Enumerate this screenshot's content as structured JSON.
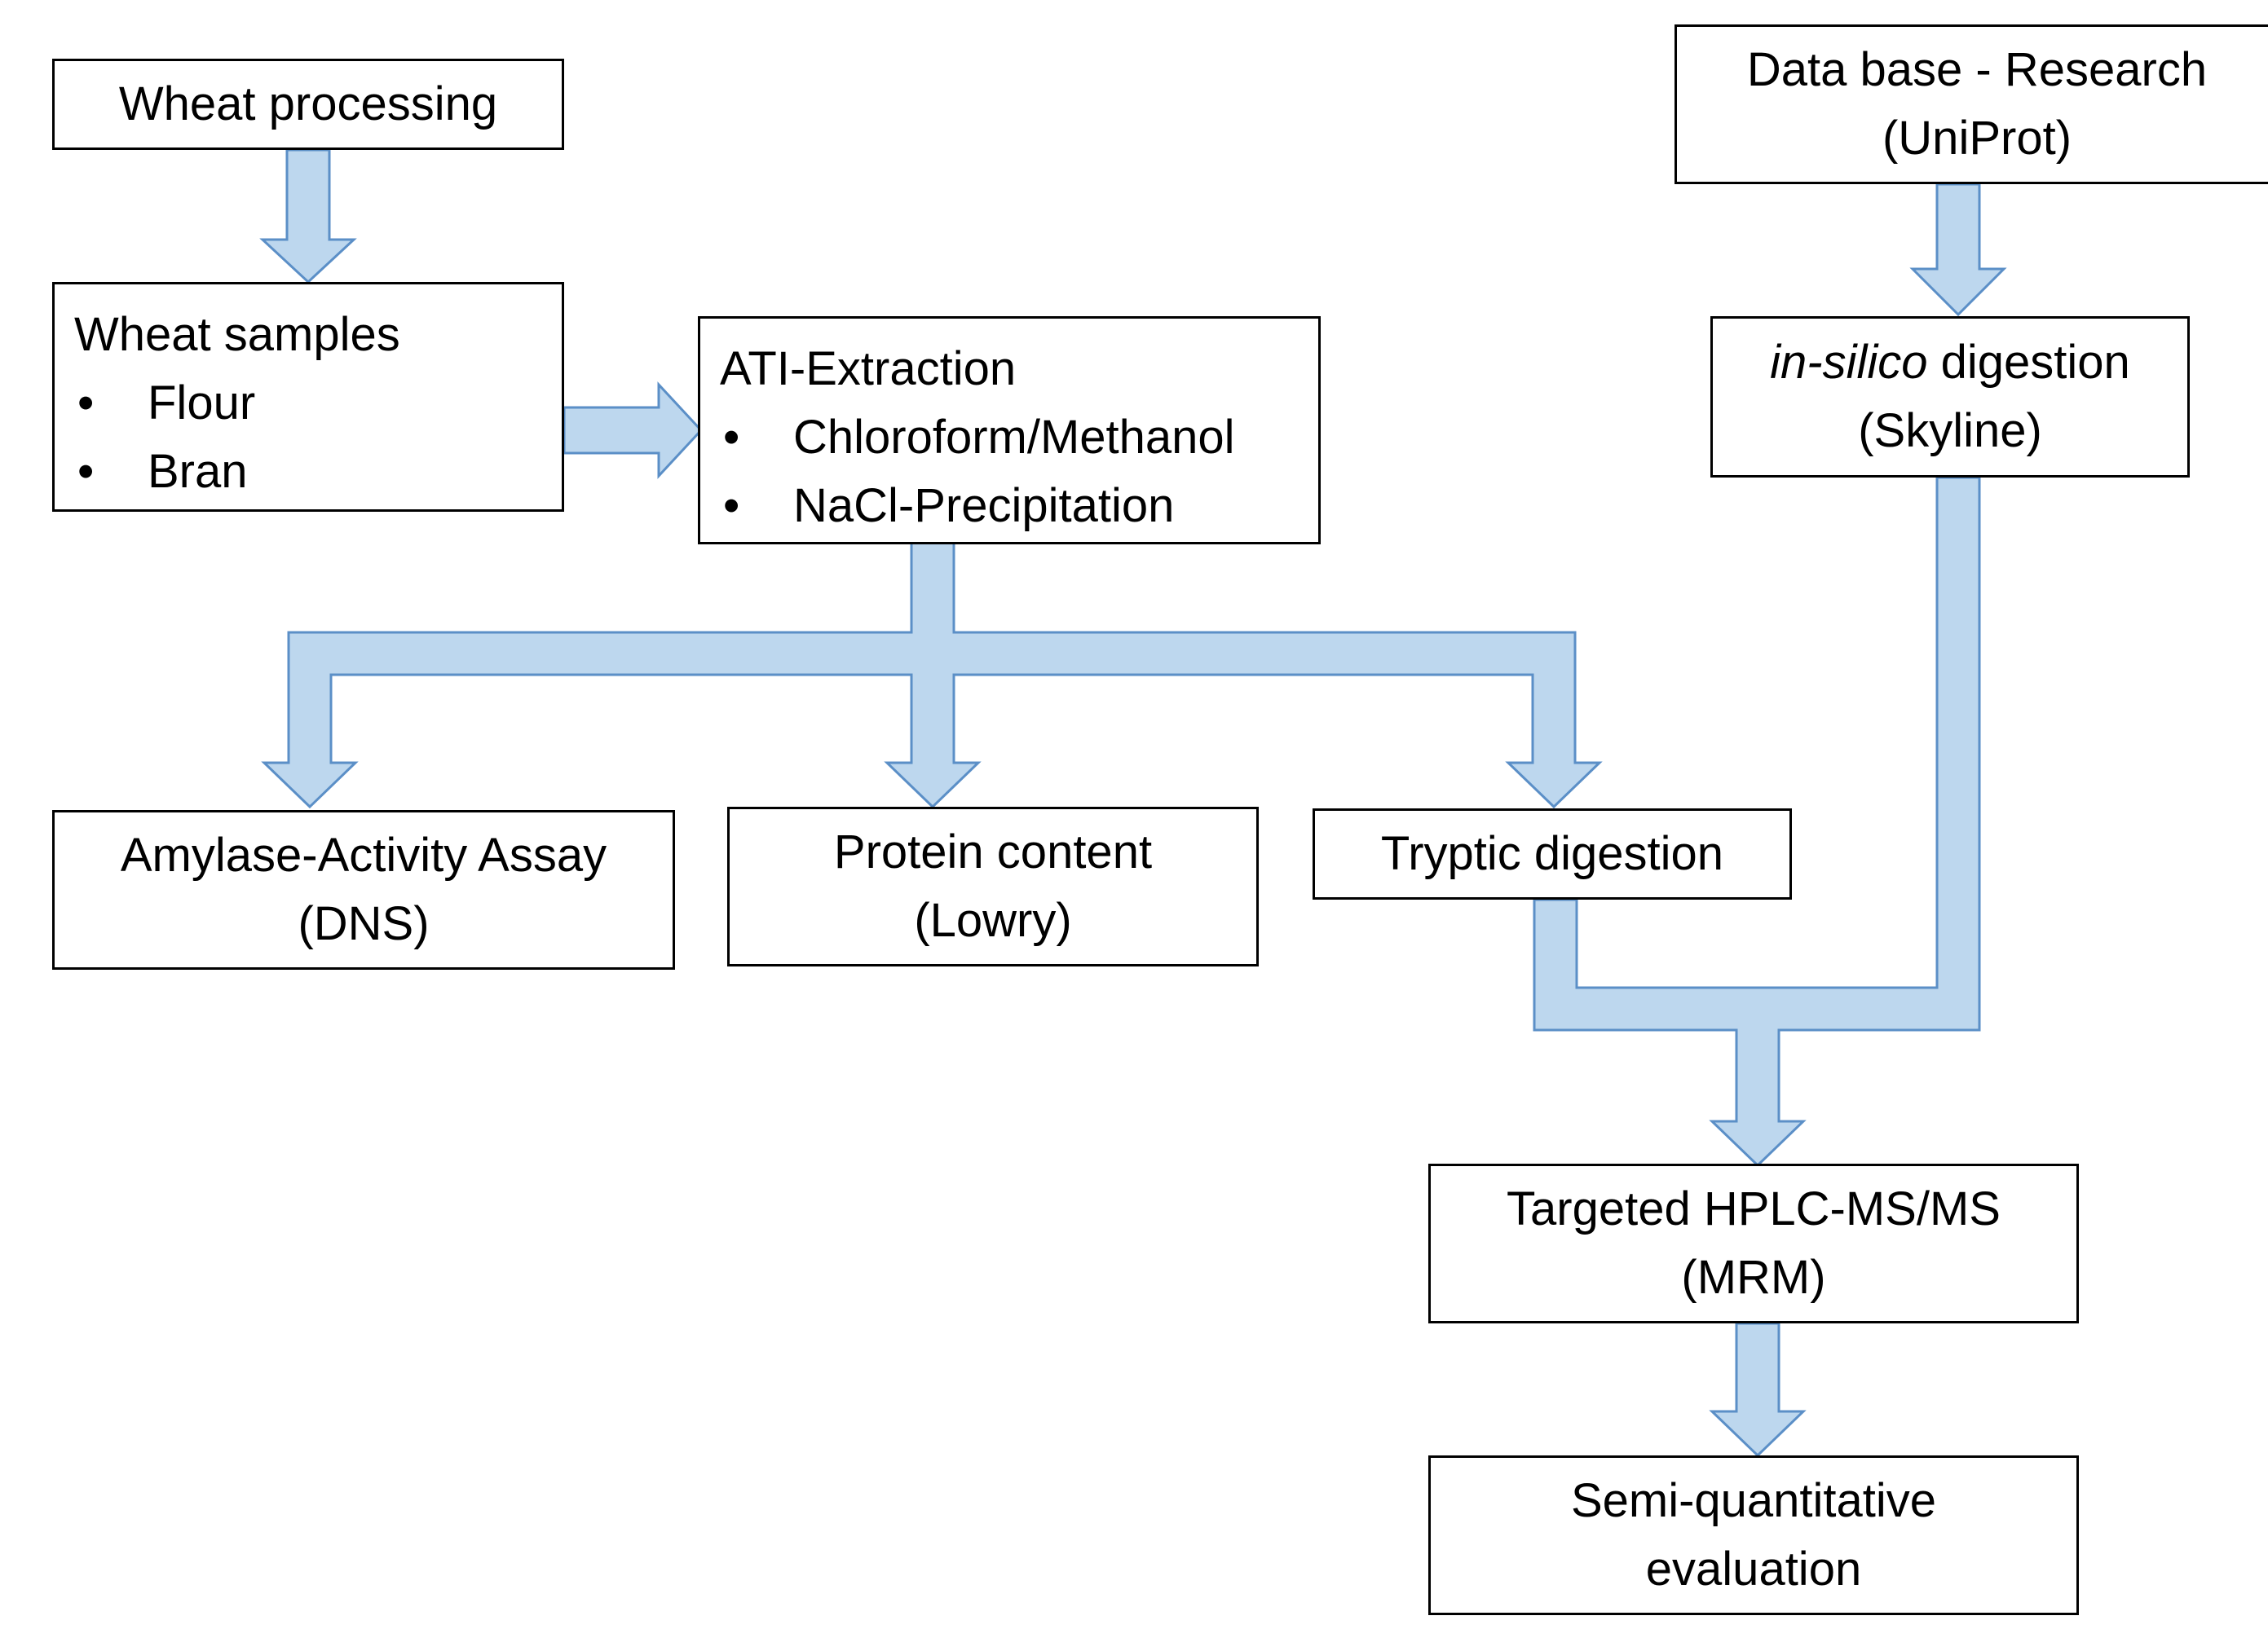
{
  "boxes": {
    "wheat_processing": "Wheat processing",
    "wheat_samples": {
      "title": "Wheat samples",
      "bullet": "•",
      "items": [
        "Flour",
        "Bran"
      ]
    },
    "ati_extraction": {
      "title": "ATI-Extraction",
      "bullet": "•",
      "items": [
        "Chloroform/Methanol",
        "NaCl-Precipitation"
      ]
    },
    "database_research": {
      "line1": "Data base - Research",
      "line2": "(UniProt)"
    },
    "in_silico_digestion": {
      "italic": "in-silico",
      "rest": " digestion",
      "line2": "(Skyline)"
    },
    "amylase_assay": {
      "line1": "Amylase-Activity Assay",
      "line2": "(DNS)"
    },
    "protein_content": {
      "line1": "Protein content",
      "line2": "(Lowry)"
    },
    "tryptic_digestion": "Tryptic digestion",
    "targeted_hplc": {
      "line1": "Targeted HPLC-MS/MS",
      "line2": "(MRM)"
    },
    "semi_quantitative": {
      "line1": "Semi-quantitative",
      "line2": "evaluation"
    }
  },
  "colors": {
    "arrow_fill": "#bdd7ee",
    "arrow_outline": "#5b8fc7",
    "box_border": "#000000"
  }
}
